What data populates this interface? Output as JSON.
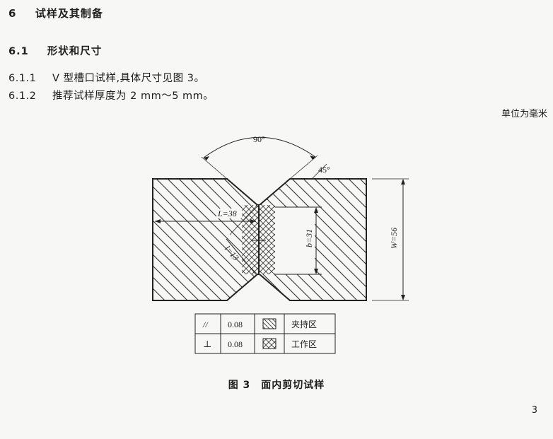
{
  "section": {
    "number": "6",
    "title": "试样及其制备"
  },
  "subsection": {
    "number": "6.1",
    "title": "形状和尺寸"
  },
  "paragraphs": [
    {
      "number": "6.1.1",
      "text": "V 型槽口试样,具体尺寸见图 3。"
    },
    {
      "number": "6.1.2",
      "text": "推荐试样厚度为 2 mm～5 mm。"
    }
  ],
  "unit_note": "单位为毫米",
  "figure": {
    "angle_label": "90°",
    "half_angle_label": "45°",
    "length_label": "L=38",
    "notch_label": "l=13",
    "gauge_label": "b=31",
    "width_label": "W=56",
    "legend": [
      {
        "symbol": "//",
        "value": "0.08",
        "zone": "夹持区"
      },
      {
        "symbol": "⊥",
        "value": "0.08",
        "zone": "工作区"
      }
    ]
  },
  "caption": "图 3　面内剪切试样",
  "page_number": "3"
}
